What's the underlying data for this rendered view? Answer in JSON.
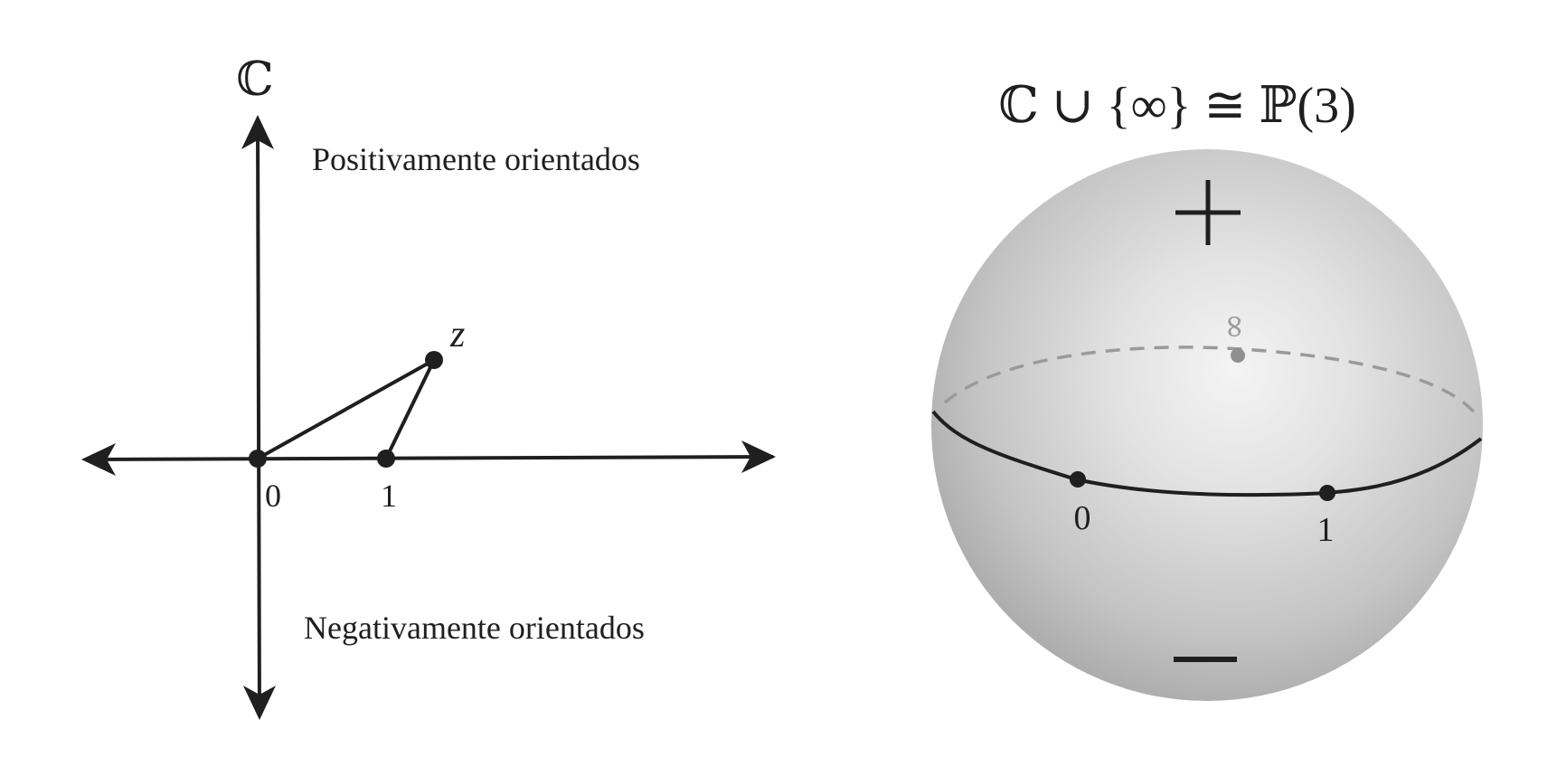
{
  "left_panel": {
    "plane_label": "ℂ",
    "positive_label": "Positivamente orientados",
    "negative_label": "Negativamente orientados",
    "point_z_label": "z",
    "point_0_label": "0",
    "point_1_label": "1"
  },
  "right_panel": {
    "title": "ℂ ∪ {∞} ≅ ℙ(3)",
    "plus_sign": "+",
    "minus_sign": "—",
    "infinity_label": "∞",
    "point_0_label": "0",
    "point_1_label": "1"
  },
  "colors": {
    "ink": "#1f1f1f",
    "sphere_light": "#f2f2f2",
    "sphere_dark": "#a6a6a6",
    "hidden_curve": "#9a9a9a"
  }
}
